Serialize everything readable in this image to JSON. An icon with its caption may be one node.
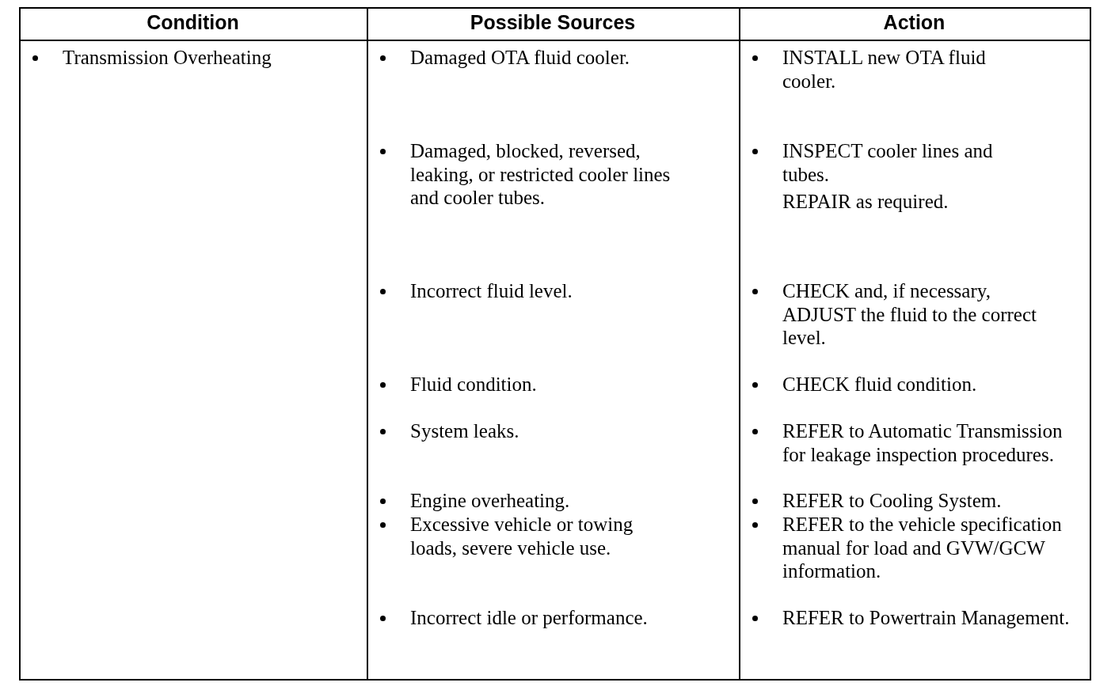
{
  "diagram": {
    "labels": [
      "Condition",
      "Possible Sources",
      "Action",
      "Transmission Overheating",
      "Damaged OTA fluid cooler.",
      "INSTALL new OTA fluid cooler.",
      "Damaged, blocked, reversed, leaking, or restricted cooler lines and cooler tubes.",
      "INSPECT cooler lines and tubes.",
      "REPAIR as required.",
      "Incorrect fluid level.",
      "CHECK and, if necessary, ADJUST the fluid to the correct level.",
      "Fluid condition.",
      "CHECK fluid condition.",
      "System leaks.",
      "REFER to Automatic Transmission for leakage inspection procedures.",
      "Engine overheating.",
      "REFER to Cooling System.",
      "Excessive vehicle or towing loads, severe vehicle use.",
      "REFER to the vehicle specification manual for load and GVW/GCW information.",
      "Incorrect idle or performance.",
      "REFER to Powertrain Management."
    ]
  }
}
